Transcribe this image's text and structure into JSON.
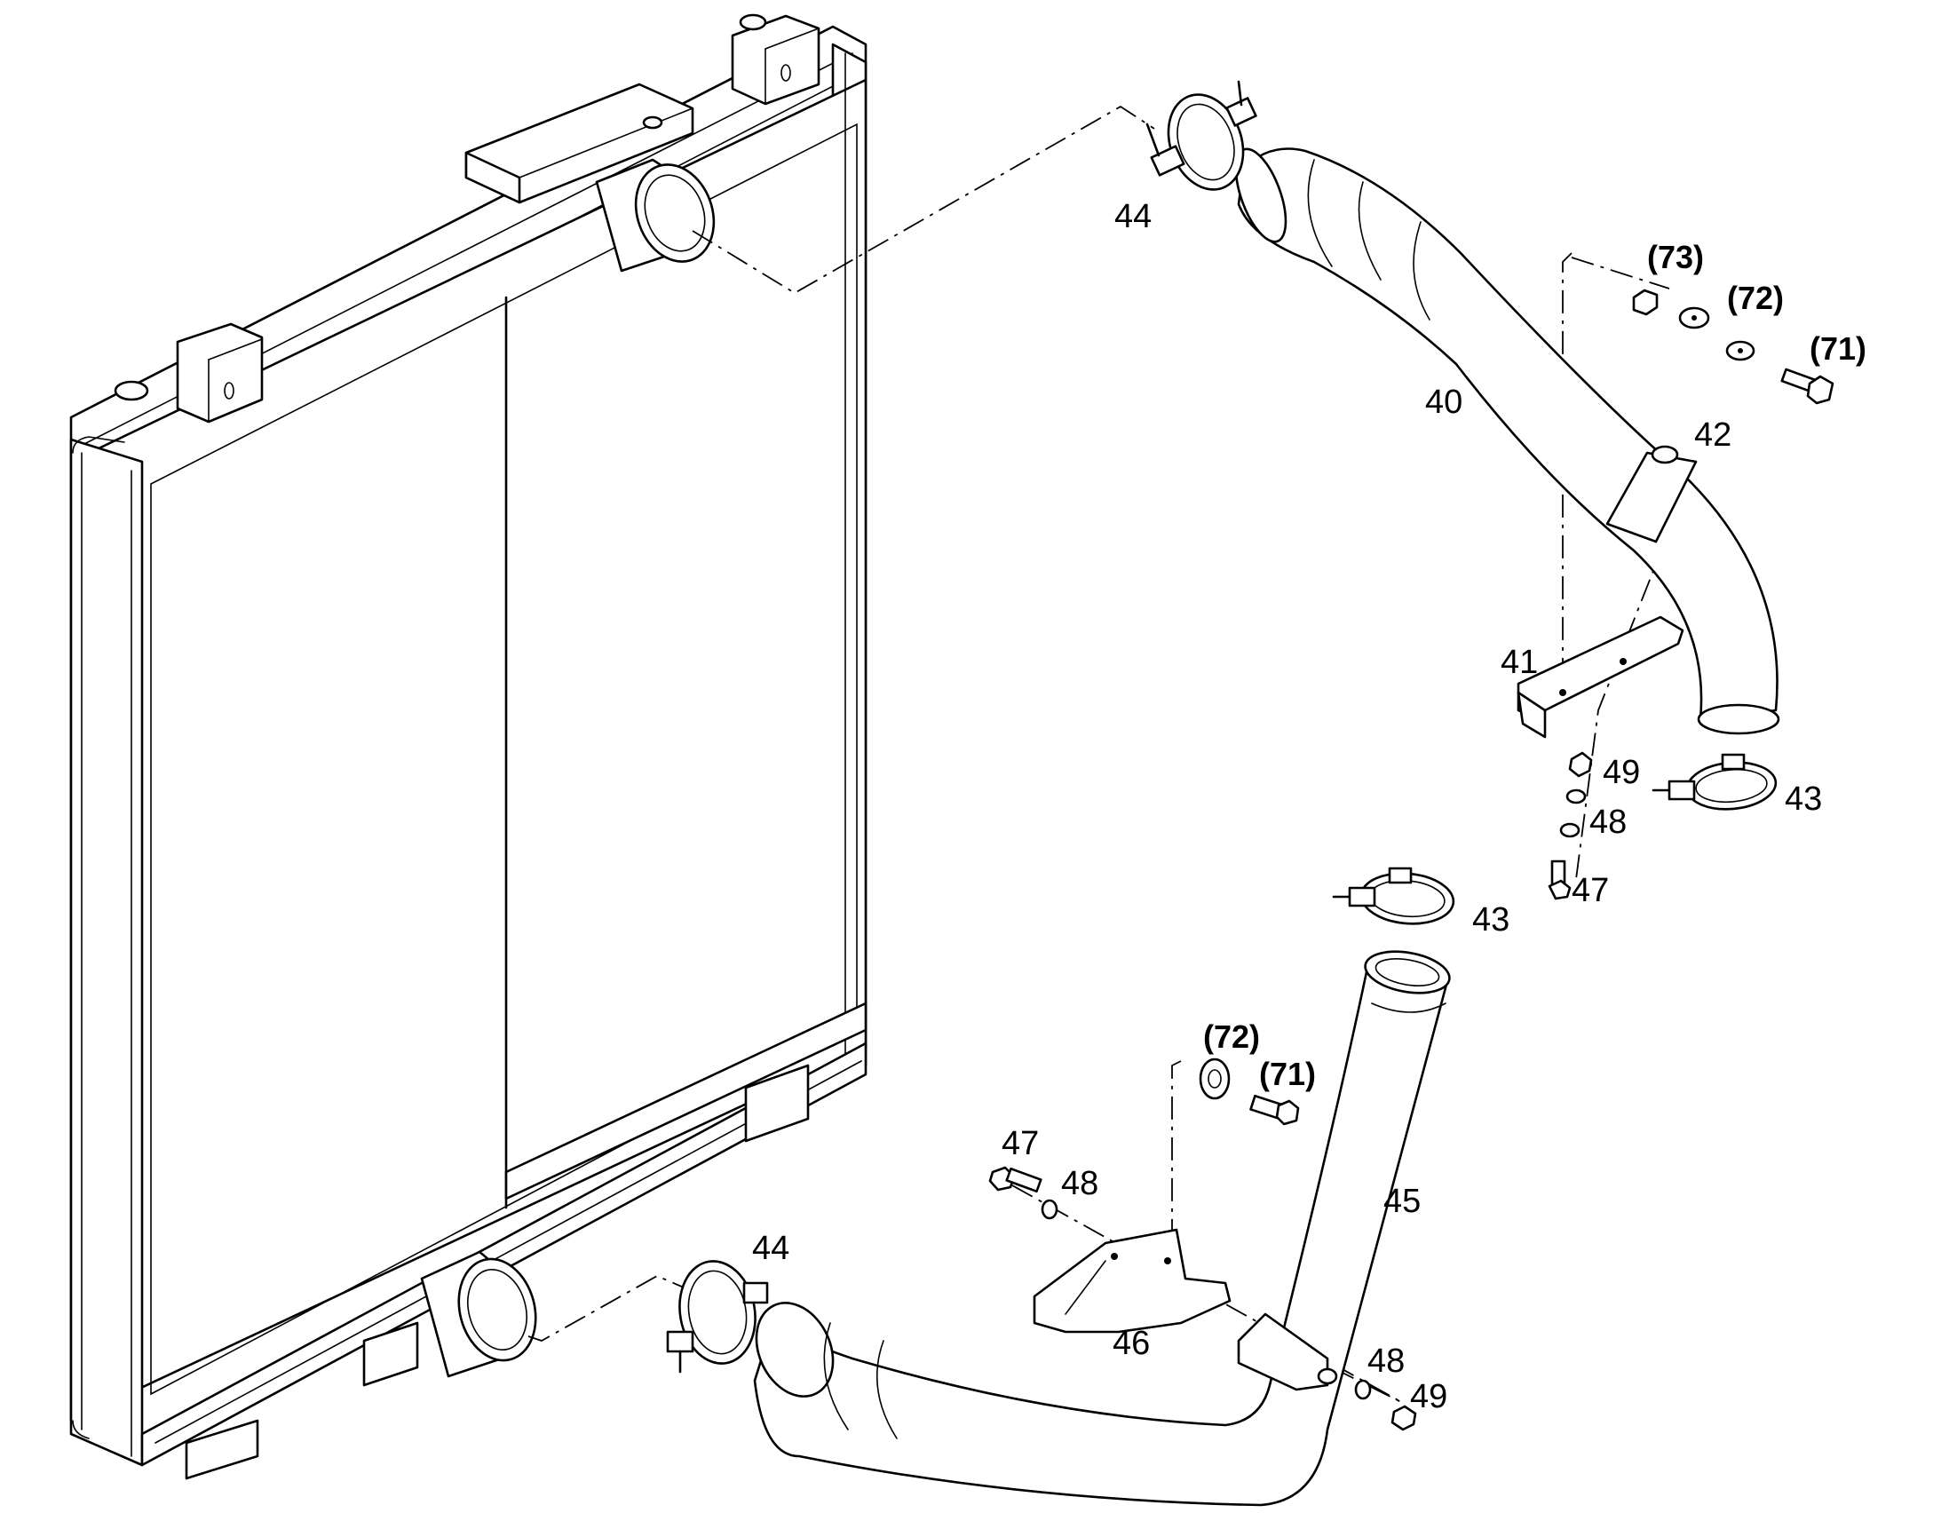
{
  "diagram": {
    "labels": {
      "p40": "40",
      "p41": "41",
      "p42": "42",
      "p43_upper": "43",
      "p43_lower": "43",
      "p44_upper": "44",
      "p44_lower": "44",
      "p45": "45",
      "p46": "46",
      "p47_upper": "47",
      "p47_lower": "47",
      "p48_upper": "48",
      "p48_mid": "48",
      "p48_lower": "48",
      "p49_upper": "49",
      "p49_lower": "49",
      "p71_upper": "(71)",
      "p72_upper": "(72)",
      "p73_upper": "(73)",
      "p71_lower": "(71)",
      "p72_lower": "(72)"
    }
  }
}
